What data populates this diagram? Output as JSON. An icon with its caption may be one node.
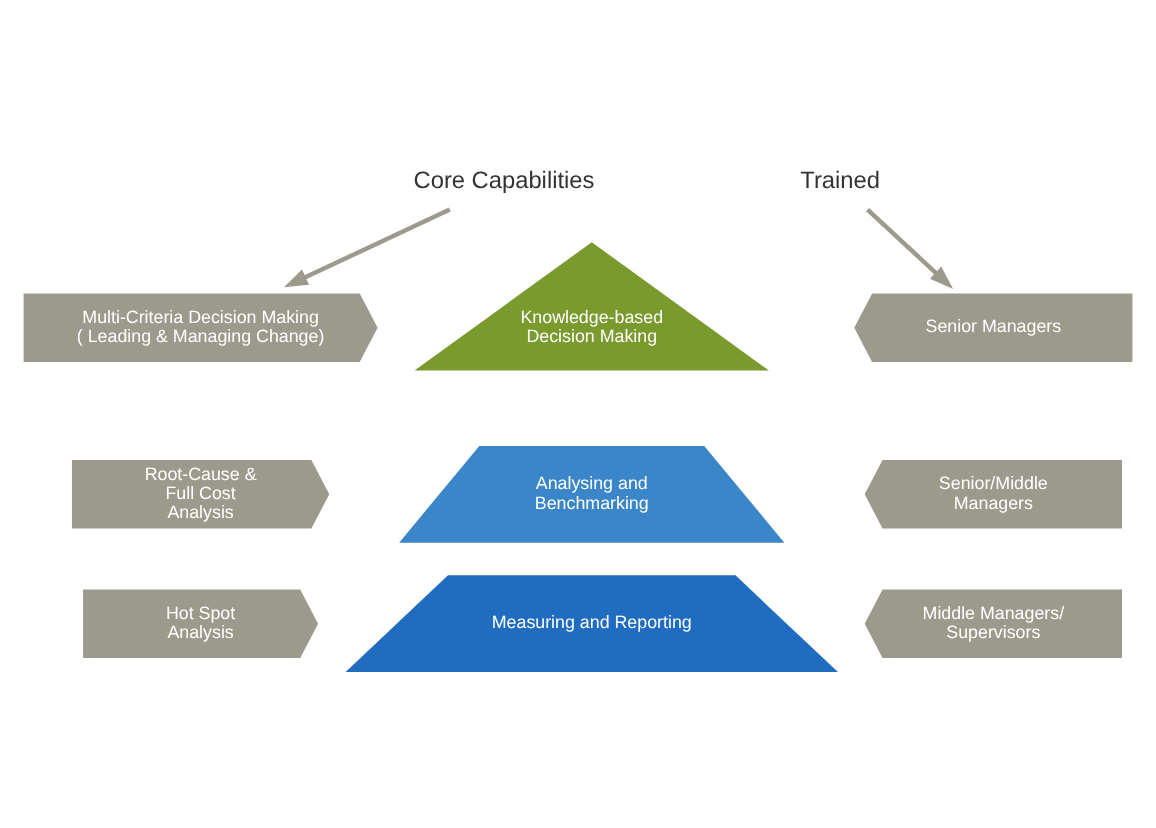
{
  "diagram": {
    "nodes": [
      {
        "text": [
          "Core Capabilities"
        ]
      },
      {
        "text": [
          "Trained"
        ]
      },
      {
        "text": [
          "Knowledge-based Decision Making"
        ]
      },
      {
        "text": [
          "Analysing and Benchmarking"
        ]
      },
      {
        "text": [
          "Measuring and Reporting"
        ]
      },
      {
        "text": [
          "Multi-Criteria Decision Making ( Leading & Managing Change)"
        ]
      },
      {
        "text": [
          "Senior Managers"
        ]
      },
      {
        "text": [
          "Root-Cause & Full Cost Analysis"
        ]
      },
      {
        "text": [
          "Senior/Middle Managers"
        ]
      },
      {
        "text": [
          "Hot Spot Analysis"
        ]
      },
      {
        "text": [
          "Middle Managers/ Supervisors"
        ]
      }
    ],
    "edges": [
      {
        "from": 0,
        "to": 5,
        "arrow": "to"
      },
      {
        "from": 1,
        "to": 6,
        "arrow": "to"
      }
    ]
  }
}
